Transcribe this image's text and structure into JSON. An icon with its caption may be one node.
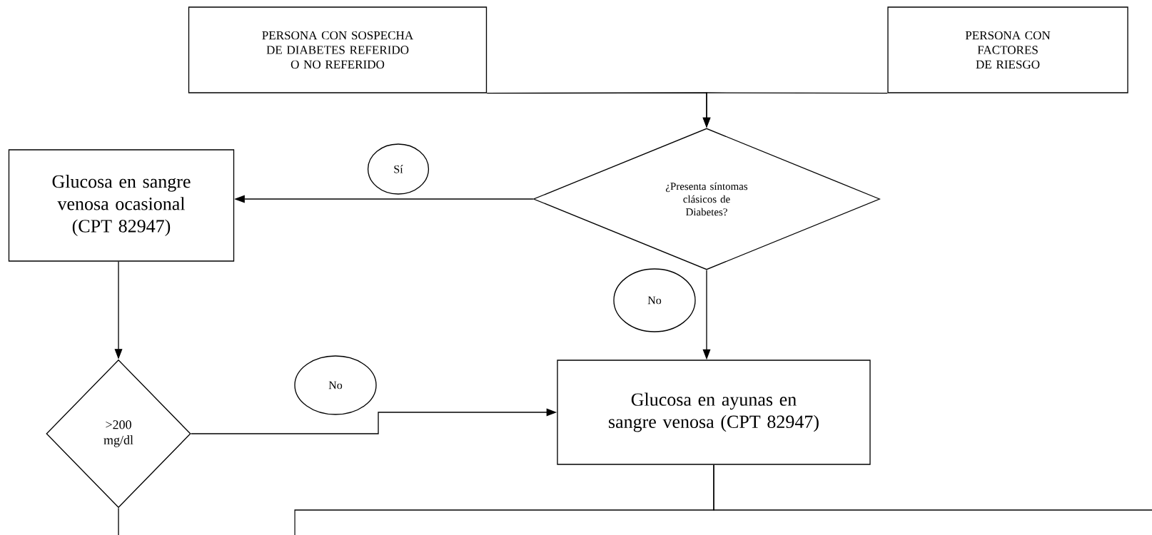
{
  "diagram": {
    "nodes": [
      {
        "text": [
          "PERSONA CON SOSPECHA DE DIABETES REFERIDO O NO REFERIDO"
        ]
      },
      {
        "text": [
          "PERSONA CON FACTORES DE RIESGO"
        ]
      },
      {
        "text": [
          "¿Presenta síntomas clásicos de Diabetes?"
        ]
      },
      {
        "text": [
          "Glucosa en sangre venosa ocasional (CPT 82947)"
        ]
      },
      {
        "text": [
          "Sí"
        ]
      },
      {
        "text": [
          ">200 mg/dl"
        ]
      },
      {
        "text": [
          "Glucosa en ayunas en sangre venosa (CPT 82947)"
        ]
      },
      {
        "text": [
          "No"
        ]
      },
      {
        "text": [
          "No"
        ]
      }
    ],
    "edges": [
      {
        "from": 0,
        "to": 2,
        "arrow": "to"
      },
      {
        "from": 1,
        "to": 2,
        "arrow": "to"
      },
      {
        "from": 2,
        "to": 3,
        "arrow": "to"
      },
      {
        "from": 2,
        "to": 6,
        "arrow": "to"
      },
      {
        "from": 3,
        "to": 5,
        "arrow": "to"
      },
      {
        "from": 5,
        "to": 6,
        "arrow": "to"
      },
      {
        "from": 5,
        "to": null,
        "arrow": "none"
      },
      {
        "from": 6,
        "to": null,
        "arrow": "none"
      },
      {
        "from": 6,
        "to": null,
        "arrow": "none"
      }
    ]
  }
}
